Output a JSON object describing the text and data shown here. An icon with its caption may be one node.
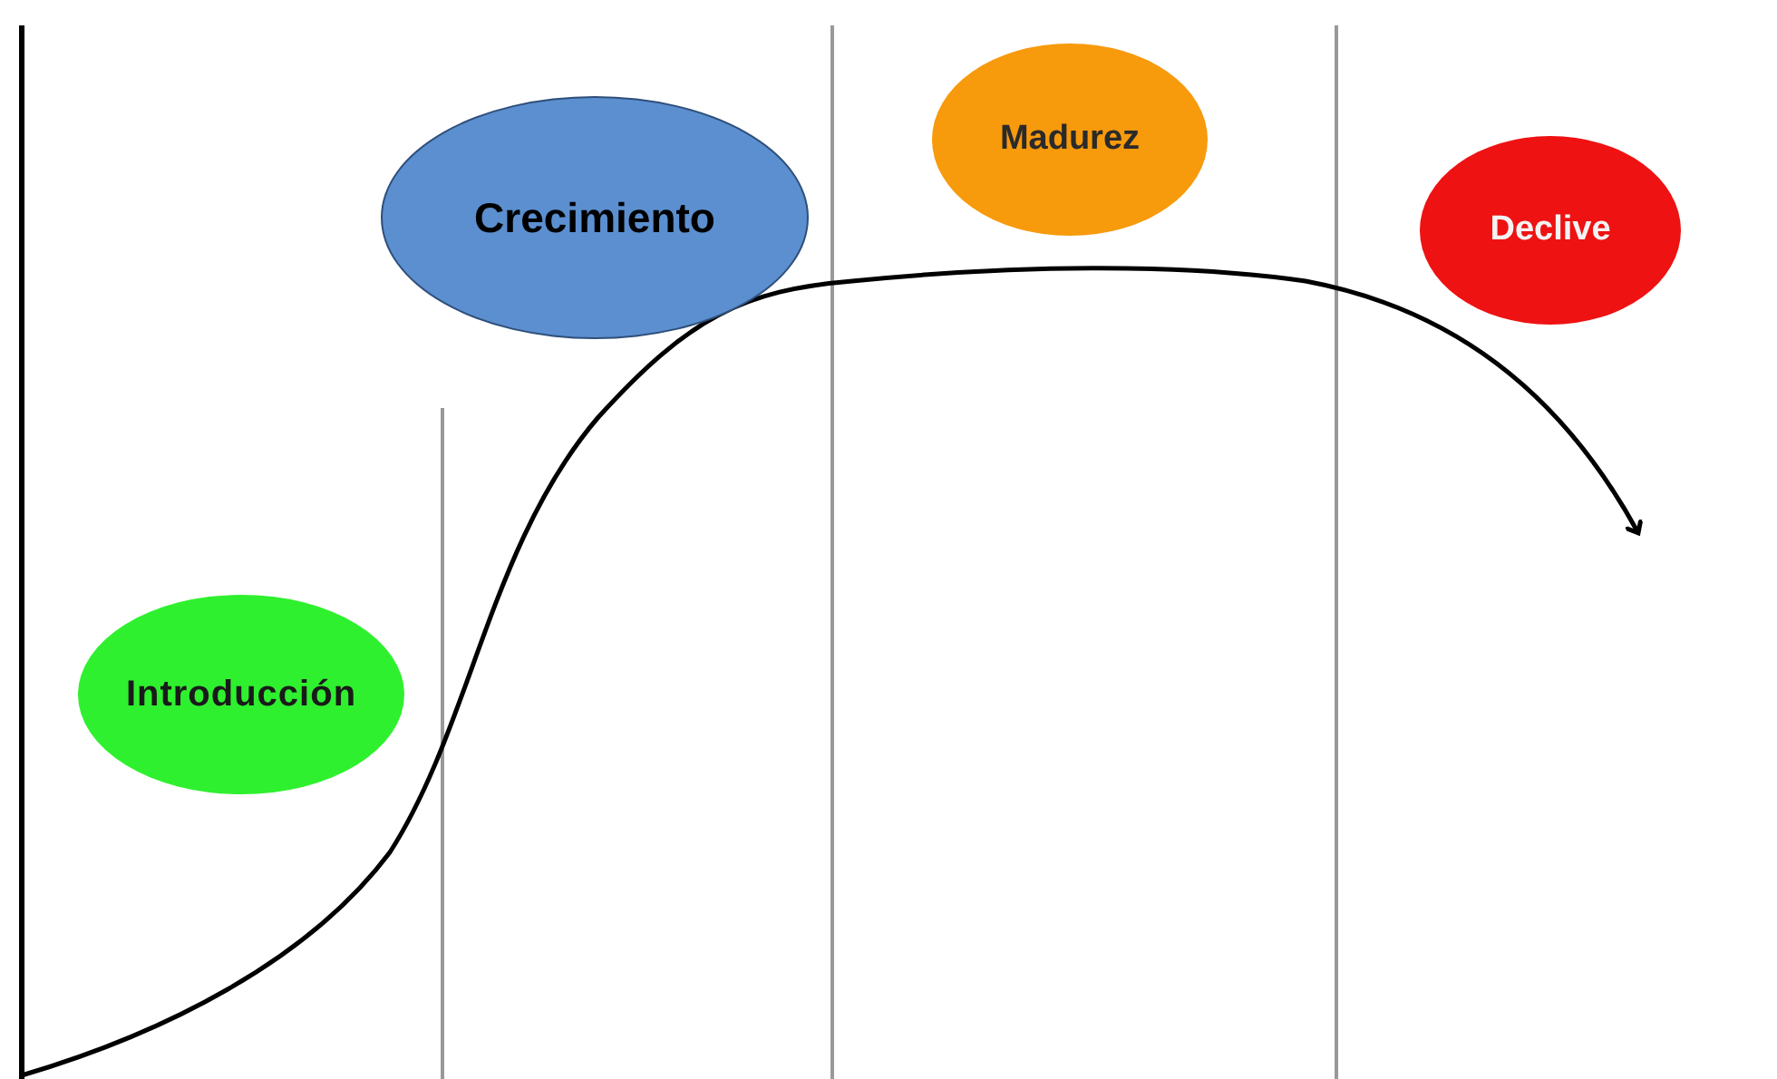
{
  "diagram": {
    "nodes": [
      {
        "text": [
          "Introducción"
        ]
      },
      {
        "text": [
          "Crecimiento"
        ]
      },
      {
        "text": [
          "Madurez"
        ]
      },
      {
        "text": [
          "Declive"
        ]
      }
    ]
  }
}
